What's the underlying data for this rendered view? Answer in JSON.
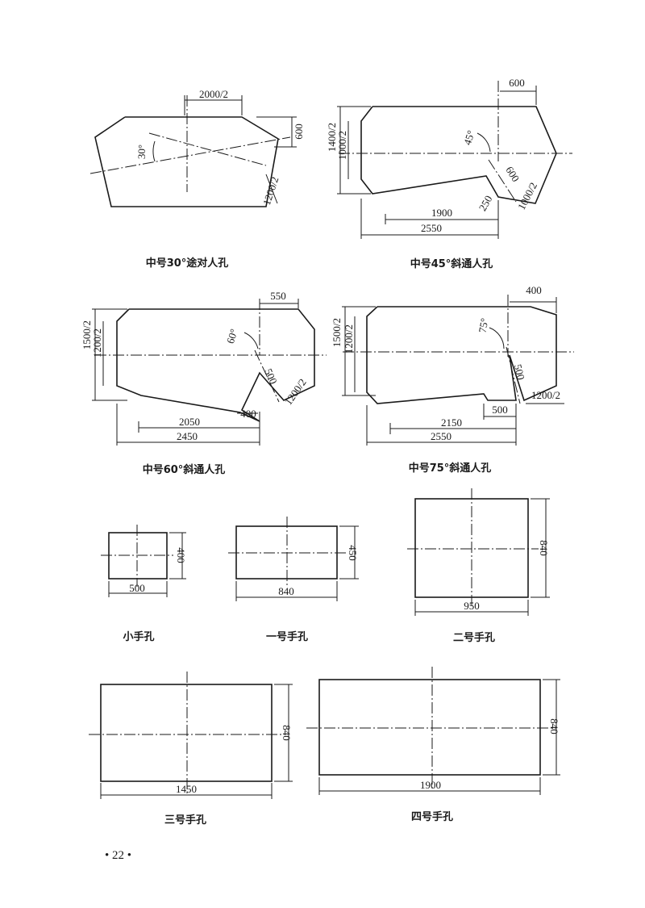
{
  "page_number": "• 22 •",
  "colors": {
    "ink": "#1a1a1a",
    "paper": "#ffffff"
  },
  "manholes": [
    {
      "caption": "中号30°途对人孔",
      "angle": "30°",
      "dims": [
        "2000/2",
        "600",
        "1200/2"
      ]
    },
    {
      "caption": "中号45°斜通人孔",
      "angle": "45°",
      "dims": [
        "600",
        "1400/2",
        "1000/2",
        "600",
        "1000/2",
        "250",
        "1900",
        "2550"
      ]
    },
    {
      "caption": "中号60°斜通人孔",
      "angle": "60°",
      "dims": [
        "550",
        "1500/2",
        "1200/2",
        "500",
        "1200/2",
        "400",
        "2050",
        "2450"
      ]
    },
    {
      "caption": "中号75°斜通人孔",
      "angle": "75°",
      "dims": [
        "400",
        "1500/2",
        "1200/2",
        "500",
        "1200/2",
        "500",
        "2150",
        "2550"
      ]
    }
  ],
  "handholes": [
    {
      "caption": "小手孔",
      "width": "500",
      "height": "400"
    },
    {
      "caption": "一号手孔",
      "width": "840",
      "height": "450"
    },
    {
      "caption": "二号手孔",
      "width": "950",
      "height": "840"
    },
    {
      "caption": "三号手孔",
      "width": "1450",
      "height": "840"
    },
    {
      "caption": "四号手孔",
      "width": "1900",
      "height": "840"
    }
  ]
}
